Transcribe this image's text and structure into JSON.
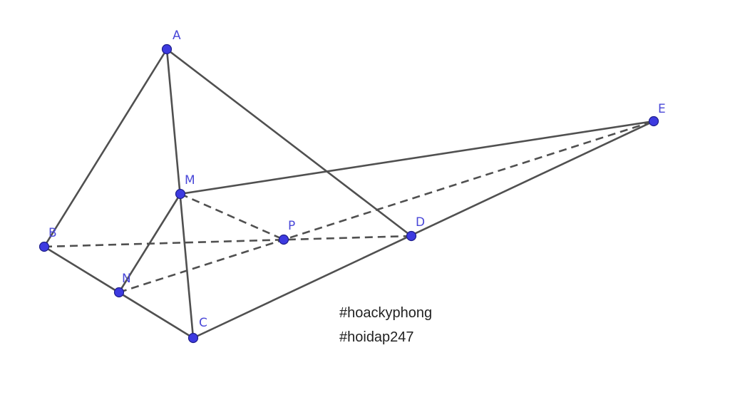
{
  "points": [
    {
      "id": "A",
      "label": "A"
    },
    {
      "id": "B",
      "label": "B"
    },
    {
      "id": "C",
      "label": "C"
    },
    {
      "id": "D",
      "label": "D"
    },
    {
      "id": "E",
      "label": "E"
    },
    {
      "id": "M",
      "label": "M"
    },
    {
      "id": "N",
      "label": "N"
    },
    {
      "id": "P",
      "label": "P"
    }
  ],
  "segments": [
    {
      "from": "A",
      "to": "B",
      "style": "solid"
    },
    {
      "from": "A",
      "to": "C",
      "style": "solid"
    },
    {
      "from": "A",
      "to": "D",
      "style": "solid"
    },
    {
      "from": "B",
      "to": "C",
      "style": "solid"
    },
    {
      "from": "C",
      "to": "E",
      "style": "solid"
    },
    {
      "from": "M",
      "to": "E",
      "style": "solid"
    },
    {
      "from": "M",
      "to": "N",
      "style": "solid"
    },
    {
      "from": "B",
      "to": "D",
      "style": "dashed"
    },
    {
      "from": "M",
      "to": "P",
      "style": "dashed"
    },
    {
      "from": "N",
      "to": "E",
      "style": "dashed"
    }
  ],
  "tags": [
    "#hoackyphong",
    "#hoidap247"
  ],
  "colors": {
    "point_fill": "#3d3ae0",
    "label": "#4a48d8",
    "line": "#505050",
    "text": "#222222"
  }
}
